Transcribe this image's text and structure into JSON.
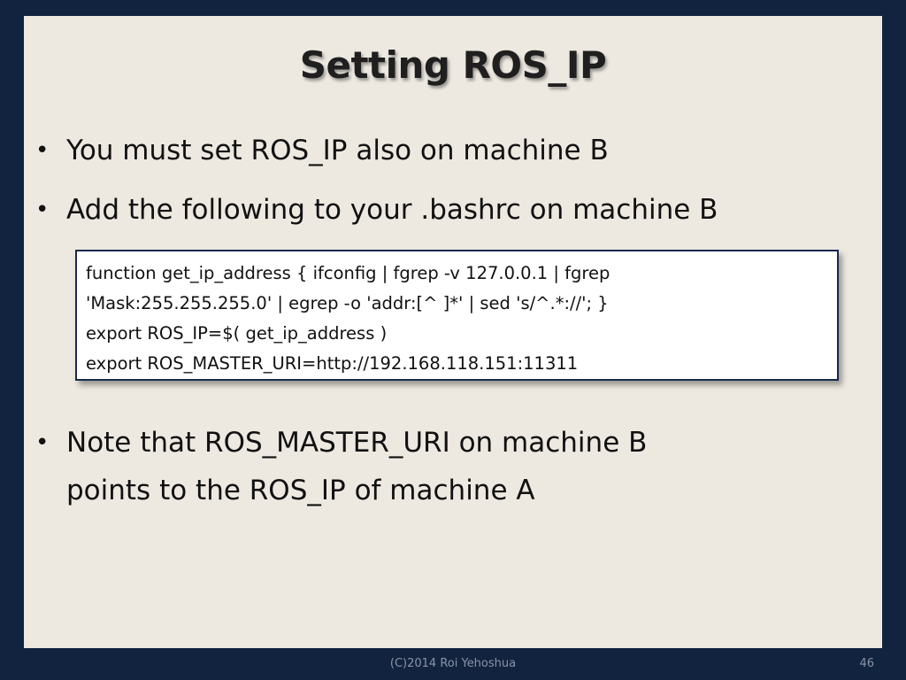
{
  "slide": {
    "title": "Setting ROS_IP",
    "bullets": [
      {
        "marker": "•",
        "text": "You must set ROS_IP also on machine B"
      },
      {
        "marker": "•",
        "text": "Add the following to your .bashrc on machine B"
      },
      {
        "marker": "•",
        "lines": [
          "Note that ROS_MASTER_URI on machine B",
          "points to the ROS_IP of machine A"
        ]
      }
    ],
    "code": [
      "function get_ip_address { ifconfig | fgrep -v 127.0.0.1 | fgrep",
      "'Mask:255.255.255.0' | egrep -o 'addr:[^ ]*' | sed 's/^.*://'; }",
      "export ROS_IP=$( get_ip_address )",
      "export ROS_MASTER_URI=http://192.168.118.151:11311"
    ],
    "footer": {
      "copyright": "(C)2014 Roi Yehoshua",
      "page_number": "46"
    }
  },
  "colors": {
    "frame_background": "#12233f",
    "slide_background": "#ede9e1",
    "code_border": "#16294d",
    "footer_text": "#8a93a6"
  }
}
